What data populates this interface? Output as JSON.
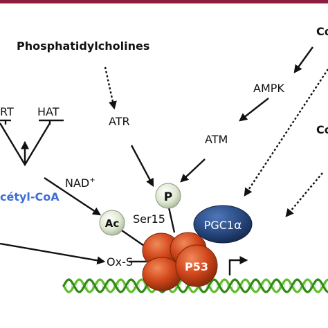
{
  "labels": {
    "phosphatidylcholines": "Phosphatidylcholines",
    "top_right_partial": "Co",
    "mid_right_partial": "Co",
    "sirt_partial": "RT",
    "hat": "HAT",
    "atr": "ATR",
    "ampk": "AMPK",
    "atm": "ATM",
    "nad": "NAD",
    "nad_sup": "+",
    "acetyl_coa": "cétyl-CoA",
    "ser15": "Ser15",
    "ox_s": "Ox-S",
    "p_marker": "P",
    "ac_marker": "Ac",
    "pgc1": "PGC1",
    "pgc1_greek": "α",
    "p53": "P53"
  },
  "colors": {
    "top_band": "#8b1d3f",
    "acetyl_coa_text": "#3e6fd6",
    "pgc1_fill": "#27477e",
    "p53_fill": "#d2471b",
    "marker_fill": "#dfe8d2",
    "dna_strand": "#5cbf2a",
    "text": "#111111"
  },
  "icons": {
    "transcription_start": "bent-arrow-icon",
    "dna": "double-helix-dna"
  }
}
